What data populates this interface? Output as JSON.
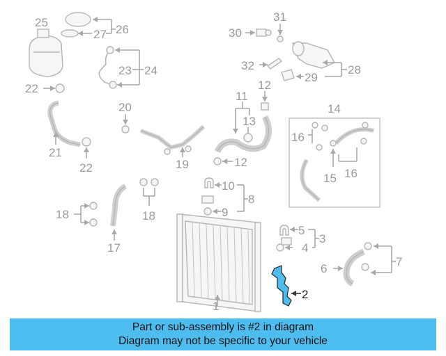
{
  "callouts": {
    "c1": "1",
    "c2": "2",
    "c3": "3",
    "c4": "4",
    "c5": "5",
    "c6": "6",
    "c7": "7",
    "c8": "8",
    "c9": "9",
    "c10": "10",
    "c11": "11",
    "c12a": "12",
    "c12b": "12",
    "c13": "13",
    "c14": "14",
    "c15": "15",
    "c16a": "16",
    "c16b": "16",
    "c17": "17",
    "c18a": "18",
    "c18b": "18",
    "c19": "19",
    "c20": "20",
    "c21": "21",
    "c22a": "22",
    "c22b": "22",
    "c23": "23",
    "c24": "24",
    "c25": "25",
    "c26": "26",
    "c27": "27",
    "c28": "28",
    "c29": "29",
    "c30": "30",
    "c31": "31",
    "c32": "32"
  },
  "banner": {
    "line1": "Part or sub-assembly is #2 in diagram",
    "line2": "Diagram may not be specific to your vehicle"
  },
  "colors": {
    "highlight": "#4dbdf0",
    "banner": "#4dbdf0",
    "line": "#a8a8a8"
  }
}
